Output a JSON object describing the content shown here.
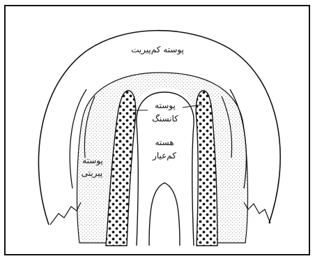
{
  "figure": {
    "labels": {
      "outer_crust": "پوسته کم‌پیریت",
      "side_crust_line1": "پوسته",
      "side_crust_line2": "پیریتی",
      "center_crust_line1": "پوسته",
      "center_crust_line2": "کانسنگ",
      "core_line1": "هسته",
      "core_line2": "کم‌عیار"
    },
    "colors": {
      "stroke": "#111111",
      "stipple": "#9a9a9a",
      "background": "#ffffff"
    }
  }
}
